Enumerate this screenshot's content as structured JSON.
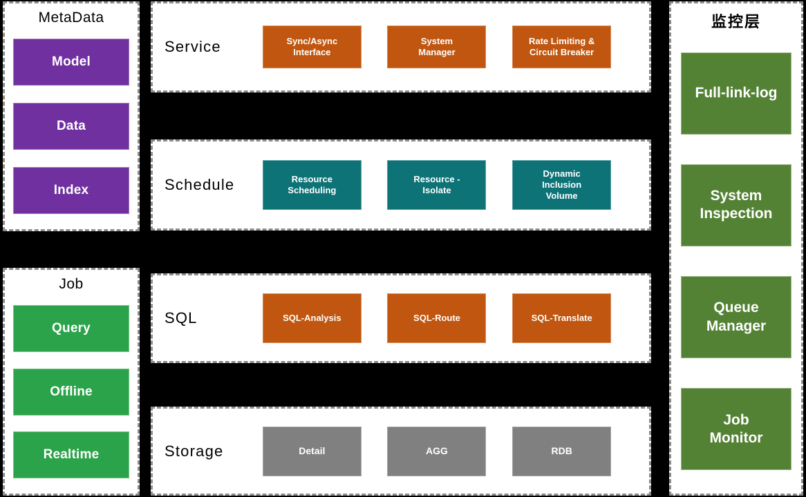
{
  "palette": {
    "background": "#000000",
    "panel_fill": "#ffffff",
    "panel_border": "#8c8c8c",
    "metadata_chip": "#7030a0",
    "job_chip": "#2ba34a",
    "service_chip": "#c0560f",
    "schedule_chip": "#0d7377",
    "sql_chip": "#c0560f",
    "storage_chip": "#808080",
    "monitor_chip": "#548235",
    "chip_text": "#ffffff",
    "label_text": "#000000"
  },
  "left_column": {
    "metadata": {
      "title": "MetaData",
      "items": [
        {
          "label": "Model"
        },
        {
          "label": "Data"
        },
        {
          "label": "Index"
        }
      ]
    },
    "job": {
      "title": "Job",
      "items": [
        {
          "label": "Query"
        },
        {
          "label": "Offline"
        },
        {
          "label": "Realtime"
        }
      ]
    }
  },
  "middle_column": {
    "rows": [
      {
        "label": "Service",
        "color_key": "service_chip",
        "cells": [
          {
            "label": "Sync/Async\nInterface"
          },
          {
            "label": "System\nManager"
          },
          {
            "label": "Rate Limiting &\nCircuit Breaker"
          }
        ]
      },
      {
        "label": "Schedule",
        "color_key": "schedule_chip",
        "cells": [
          {
            "label": "Resource\nScheduling"
          },
          {
            "label": "Resource -\nIsolate"
          },
          {
            "label": "Dynamic\nInclusion\nVolume"
          }
        ]
      },
      {
        "label": "SQL",
        "color_key": "sql_chip",
        "cells": [
          {
            "label": "SQL-Analysis"
          },
          {
            "label": "SQL-Route"
          },
          {
            "label": "SQL-Translate"
          }
        ]
      },
      {
        "label": "Storage",
        "color_key": "storage_chip",
        "cells": [
          {
            "label": "Detail"
          },
          {
            "label": "AGG"
          },
          {
            "label": "RDB"
          }
        ]
      }
    ]
  },
  "right_column": {
    "title": "监控层",
    "items": [
      {
        "label": "Full-link-log"
      },
      {
        "label": "System\nInspection"
      },
      {
        "label": "Queue\nManager"
      },
      {
        "label": "Job\nMonitor"
      }
    ]
  }
}
